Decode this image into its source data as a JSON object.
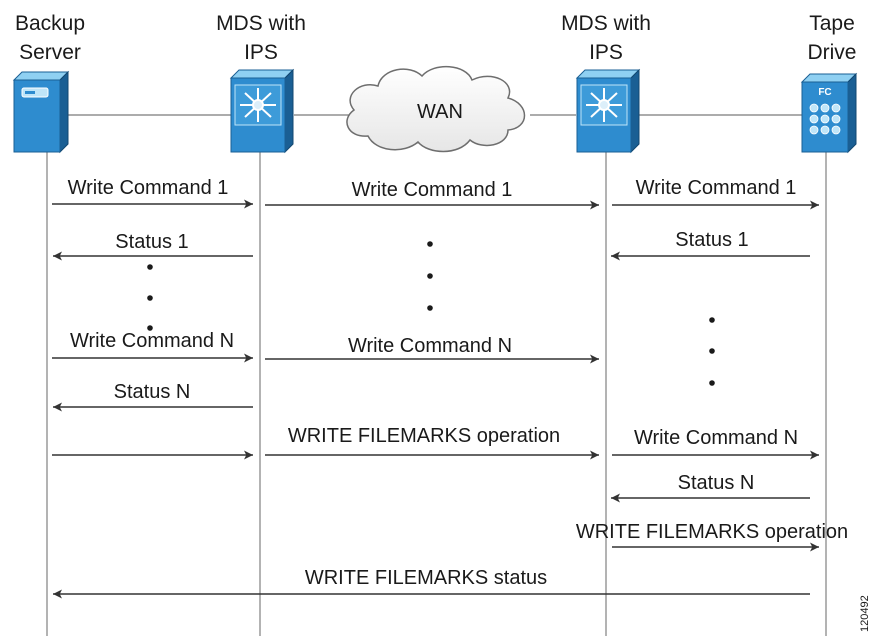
{
  "participants": [
    {
      "id": "backup",
      "line1": "Backup",
      "line2": "Server",
      "icon": "server-icon"
    },
    {
      "id": "mds1",
      "line1": "MDS with",
      "line2": "IPS",
      "icon": "switch-icon"
    },
    {
      "id": "mds2",
      "line1": "MDS with",
      "line2": "IPS",
      "icon": "switch-icon"
    },
    {
      "id": "tape",
      "line1": "Tape",
      "line2": "Drive",
      "icon": "tape-drive-icon"
    }
  ],
  "network": {
    "label": "WAN",
    "icon": "cloud-icon"
  },
  "tape_badge": "FC",
  "messages": [
    {
      "label": "Write Command 1",
      "direction": "right",
      "from": "backup",
      "to": "mds1"
    },
    {
      "label": "Write Command 1",
      "direction": "right",
      "from": "mds1",
      "to": "mds2"
    },
    {
      "label": "Write Command 1",
      "direction": "right",
      "from": "mds2",
      "to": "tape"
    },
    {
      "label": "Status 1",
      "direction": "left",
      "from": "mds1",
      "to": "backup"
    },
    {
      "label": "Status 1",
      "direction": "left",
      "from": "tape",
      "to": "mds2"
    },
    {
      "label": "Write Command N",
      "direction": "right",
      "from": "backup",
      "to": "mds1"
    },
    {
      "label": "Write Command N",
      "direction": "right",
      "from": "mds1",
      "to": "mds2"
    },
    {
      "label": "Status N",
      "direction": "left",
      "from": "mds1",
      "to": "backup"
    },
    {
      "label": "",
      "direction": "right",
      "from": "backup",
      "to": "mds1"
    },
    {
      "label": "WRITE FILEMARKS operation",
      "direction": "right",
      "from": "mds1",
      "to": "mds2"
    },
    {
      "label": "Write Command N",
      "direction": "right",
      "from": "mds2",
      "to": "tape"
    },
    {
      "label": "Status N",
      "direction": "left",
      "from": "tape",
      "to": "mds2"
    },
    {
      "label": "WRITE FILEMARKS operation",
      "direction": "right",
      "from": "mds2",
      "to": "tape"
    },
    {
      "label": "WRITE FILEMARKS status",
      "direction": "left",
      "from": "tape",
      "to": "backup"
    }
  ],
  "ellipsis": "•",
  "figure_id": "120492",
  "colors": {
    "device_blue": "#2e8ccf",
    "device_dark": "#1a5f94",
    "device_light": "#8fd0f2",
    "line": "#333333"
  }
}
